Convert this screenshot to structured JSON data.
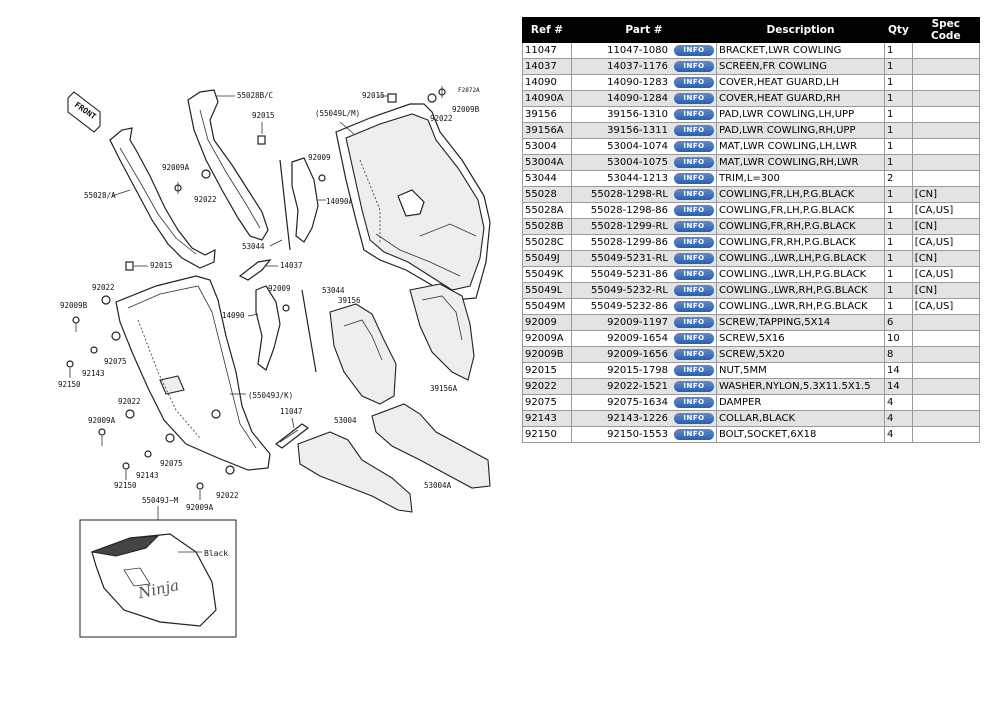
{
  "diagram": {
    "labels": {
      "front": "FRONT",
      "f2872a": "F2872A",
      "l_55028bc": "55028B/C",
      "l_92015a": "92015",
      "l_92015b": "92015",
      "l_92015c": "92015",
      "l_55049lm": "(55049L/M)",
      "l_92009b_top": "92009B",
      "l_92022_top": "92022",
      "l_92009a_top": "92009A",
      "l_92022_b": "92022",
      "l_55028a": "55028/A",
      "l_92009_top": "92009",
      "l_14090a": "14090A",
      "l_53044_a": "53044",
      "l_14037": "14037",
      "l_92009_mid": "92009",
      "l_53044_b": "53044",
      "l_39156": "39156",
      "l_14090": "14090",
      "l_92022_left": "92022",
      "l_92009b_left": "92009B",
      "l_92075_a": "92075",
      "l_92143_a": "92143",
      "l_92150_a": "92150",
      "l_39156a": "39156A",
      "l_55049jk": "(55049J/K)",
      "l_92022_mid": "92022",
      "l_92009a_mid": "92009A",
      "l_11047": "11047",
      "l_53004": "53004",
      "l_92075_b": "92075",
      "l_92143_b": "92143",
      "l_92150_b": "92150",
      "l_53004a": "53004A",
      "l_92022_bot": "92022",
      "l_92009a_bot": "92009A",
      "l_55049jm": "55049J~M",
      "black": "Black",
      "ninja": "Ninja"
    }
  },
  "table": {
    "headers": [
      "Ref #",
      "Part #",
      "Description",
      "Qty",
      "Spec Code"
    ],
    "info_label": "INFO",
    "rows": [
      {
        "ref": "11047",
        "part": "11047-1080",
        "desc": "BRACKET,LWR COWLING",
        "qty": "1",
        "spec": ""
      },
      {
        "ref": "14037",
        "part": "14037-1176",
        "desc": "SCREEN,FR COWLING",
        "qty": "1",
        "spec": ""
      },
      {
        "ref": "14090",
        "part": "14090-1283",
        "desc": "COVER,HEAT GUARD,LH",
        "qty": "1",
        "spec": ""
      },
      {
        "ref": "14090A",
        "part": "14090-1284",
        "desc": "COVER,HEAT GUARD,RH",
        "qty": "1",
        "spec": ""
      },
      {
        "ref": "39156",
        "part": "39156-1310",
        "desc": "PAD,LWR COWLING,LH,UPP",
        "qty": "1",
        "spec": ""
      },
      {
        "ref": "39156A",
        "part": "39156-1311",
        "desc": "PAD,LWR COWLING,RH,UPP",
        "qty": "1",
        "spec": ""
      },
      {
        "ref": "53004",
        "part": "53004-1074",
        "desc": "MAT,LWR COWLING,LH,LWR",
        "qty": "1",
        "spec": ""
      },
      {
        "ref": "53004A",
        "part": "53004-1075",
        "desc": "MAT,LWR COWLING,RH,LWR",
        "qty": "1",
        "spec": ""
      },
      {
        "ref": "53044",
        "part": "53044-1213",
        "desc": "TRIM,L=300",
        "qty": "2",
        "spec": ""
      },
      {
        "ref": "55028",
        "part": "55028-1298-RL",
        "desc": "COWLING,FR,LH,P.G.BLACK",
        "qty": "1",
        "spec": "[CN]"
      },
      {
        "ref": "55028A",
        "part": "55028-1298-86",
        "desc": "COWLING,FR,LH,P.G.BLACK",
        "qty": "1",
        "spec": "[CA,US]"
      },
      {
        "ref": "55028B",
        "part": "55028-1299-RL",
        "desc": "COWLING,FR,RH,P.G.BLACK",
        "qty": "1",
        "spec": "[CN]"
      },
      {
        "ref": "55028C",
        "part": "55028-1299-86",
        "desc": "COWLING,FR,RH,P.G.BLACK",
        "qty": "1",
        "spec": "[CA,US]"
      },
      {
        "ref": "55049J",
        "part": "55049-5231-RL",
        "desc": "COWLING.,LWR,LH,P.G.BLACK",
        "qty": "1",
        "spec": "[CN]"
      },
      {
        "ref": "55049K",
        "part": "55049-5231-86",
        "desc": "COWLING.,LWR,LH,P.G.BLACK",
        "qty": "1",
        "spec": "[CA,US]"
      },
      {
        "ref": "55049L",
        "part": "55049-5232-RL",
        "desc": "COWLING.,LWR,RH,P.G.BLACK",
        "qty": "1",
        "spec": "[CN]"
      },
      {
        "ref": "55049M",
        "part": "55049-5232-86",
        "desc": "COWLING.,LWR,RH,P.G.BLACK",
        "qty": "1",
        "spec": "[CA,US]"
      },
      {
        "ref": "92009",
        "part": "92009-1197",
        "desc": "SCREW,TAPPING,5X14",
        "qty": "6",
        "spec": ""
      },
      {
        "ref": "92009A",
        "part": "92009-1654",
        "desc": "SCREW,5X16",
        "qty": "10",
        "spec": ""
      },
      {
        "ref": "92009B",
        "part": "92009-1656",
        "desc": "SCREW,5X20",
        "qty": "8",
        "spec": ""
      },
      {
        "ref": "92015",
        "part": "92015-1798",
        "desc": "NUT,5MM",
        "qty": "14",
        "spec": ""
      },
      {
        "ref": "92022",
        "part": "92022-1521",
        "desc": "WASHER,NYLON,5.3X11.5X1.5",
        "qty": "14",
        "spec": ""
      },
      {
        "ref": "92075",
        "part": "92075-1634",
        "desc": "DAMPER",
        "qty": "4",
        "spec": ""
      },
      {
        "ref": "92143",
        "part": "92143-1226",
        "desc": "COLLAR,BLACK",
        "qty": "4",
        "spec": ""
      },
      {
        "ref": "92150",
        "part": "92150-1553",
        "desc": "BOLT,SOCKET,6X18",
        "qty": "4",
        "spec": ""
      }
    ]
  }
}
